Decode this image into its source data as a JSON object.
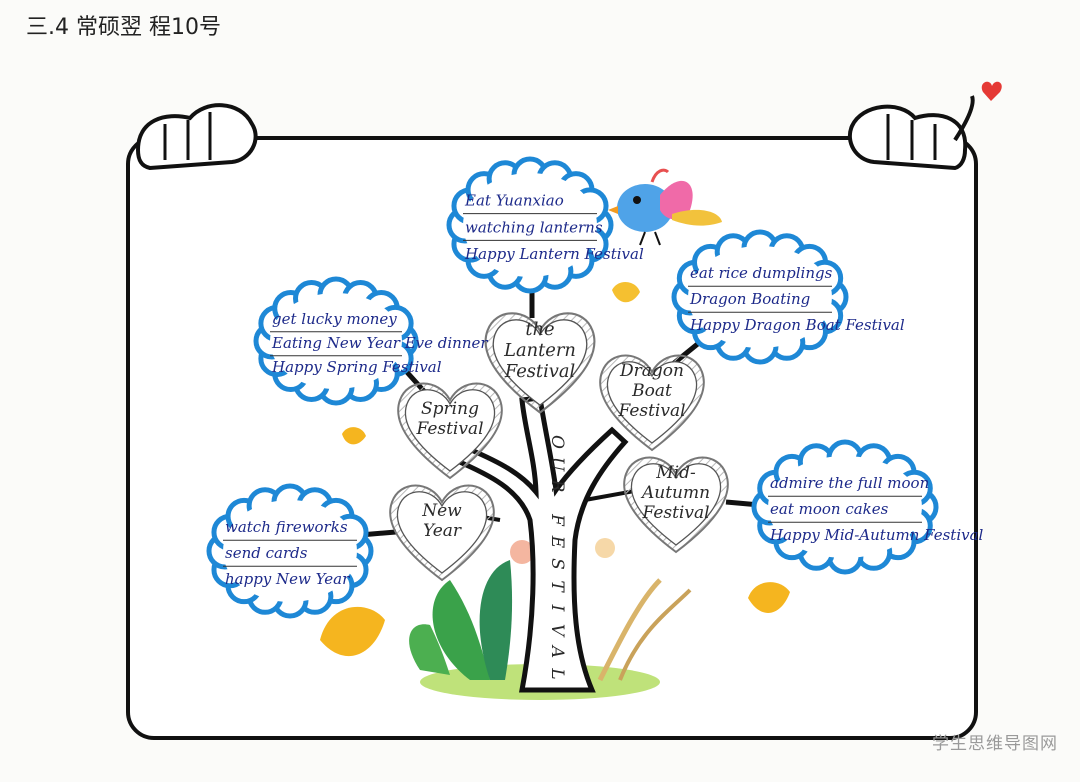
{
  "header": {
    "note": "三.4 常硕翌 程10号"
  },
  "center": {
    "letters": [
      "O",
      "U",
      "R",
      "F",
      "E",
      "S",
      "T",
      "I",
      "V",
      "A",
      "L"
    ]
  },
  "festivals": {
    "lantern": {
      "title": [
        "the",
        "Lantern",
        "Festival"
      ],
      "items": [
        "Eat Yuanxiao",
        "watching lanterns",
        "Happy Lantern Festival"
      ]
    },
    "spring": {
      "title": [
        "Spring",
        "Festival"
      ],
      "items": [
        "get lucky money",
        "Eating New Year Eve dinner",
        "Happy Spring Festival"
      ]
    },
    "dragon": {
      "title": [
        "Dragon",
        "Boat",
        "Festival"
      ],
      "items": [
        "eat rice dumplings",
        "Dragon Boating",
        "Happy Dragon Boat Festival"
      ]
    },
    "newyear": {
      "title": [
        "New",
        "Year"
      ],
      "items": [
        "watch fireworks",
        "send cards",
        "happy New Year"
      ]
    },
    "midautumn": {
      "title": [
        "Mid-",
        "Autumn",
        "Festival"
      ],
      "items": [
        "admire the full moon",
        "eat moon cakes",
        "Happy Mid-Autumn Festival"
      ]
    }
  },
  "watermark": "学生思维导图网",
  "colors": {
    "ink": "#1d2a8a",
    "cloud_border": "#1e88d6",
    "leaf": "#f5b51f",
    "trunk": "#111111"
  },
  "icons": [
    "bird-icon",
    "leaf-icon",
    "heart-icon",
    "hand-icon"
  ]
}
